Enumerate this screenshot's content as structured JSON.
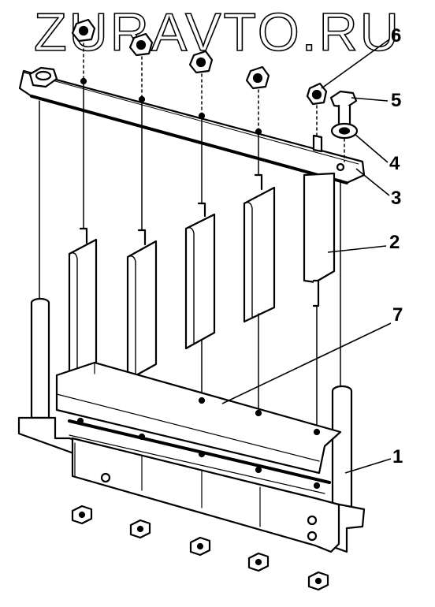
{
  "watermark": {
    "text": "ZURAVTO.RU"
  },
  "callouts": [
    {
      "id": "1",
      "label": "1"
    },
    {
      "id": "2",
      "label": "2"
    },
    {
      "id": "3",
      "label": "3"
    },
    {
      "id": "4",
      "label": "4"
    },
    {
      "id": "5",
      "label": "5"
    },
    {
      "id": "6",
      "label": "6"
    },
    {
      "id": "7",
      "label": "7"
    }
  ],
  "colors": {
    "ink": "#000000",
    "paper": "#ffffff",
    "shade": "#d9d9d9",
    "watermark_fill": "#ffffff"
  }
}
